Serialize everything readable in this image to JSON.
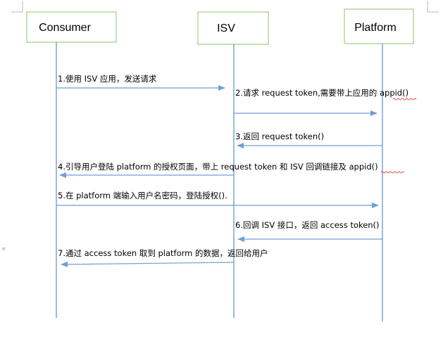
{
  "diagram": {
    "type": "sequence",
    "participants": [
      {
        "id": "consumer",
        "label": "Consumer"
      },
      {
        "id": "isv",
        "label": "ISV"
      },
      {
        "id": "platform",
        "label": "Platform"
      }
    ],
    "messages": [
      {
        "step": 1,
        "from": "consumer",
        "to": "isv",
        "label": "1.使用 ISV 应用，发送请求"
      },
      {
        "step": 2,
        "from": "isv",
        "to": "platform",
        "label": "2.请求 request token,需要带上应用的 appid()"
      },
      {
        "step": 3,
        "from": "platform",
        "to": "isv",
        "label": "3.返回 request token()"
      },
      {
        "step": 4,
        "from": "isv",
        "to": "consumer",
        "label": "4.引导用户登陆 platform 的授权页面，带上 request token 和 ISV 回调链接及 appid()"
      },
      {
        "step": 5,
        "from": "consumer",
        "to": "platform",
        "label": "5.在 platform 端输入用户名密码，登陆授权()."
      },
      {
        "step": 6,
        "from": "platform",
        "to": "isv",
        "label": "6.回调 ISV 接口，返回 access token()"
      },
      {
        "step": 7,
        "from": "isv",
        "to": "consumer",
        "label": "7.通过 access token 取到 platform 的数据，返回给用户"
      }
    ],
    "colors": {
      "box_border": "#8dc36a",
      "lifeline": "#5b8fc9",
      "arrow": "#6f9fd6",
      "spellcheck": "#e04040"
    }
  }
}
